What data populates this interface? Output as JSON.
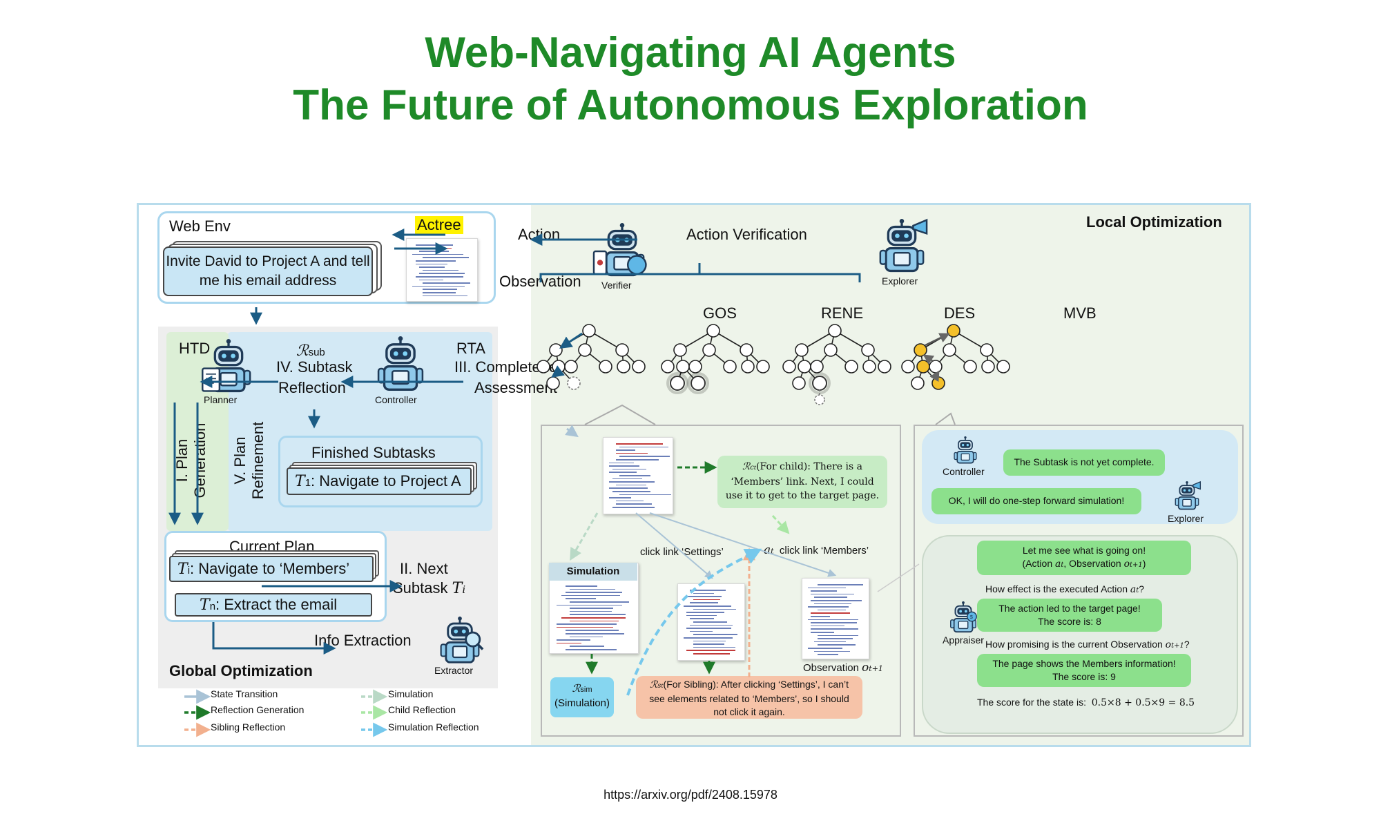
{
  "title": {
    "line1": "Web-Navigating AI Agents",
    "line2": "The Future of Autonomous Exploration"
  },
  "source_url": "https://arxiv.org/pdf/2408.15978",
  "colors": {
    "title": "#1e8a28",
    "frame": "#b8dcec",
    "global_bg": "#eeeeee",
    "rta_bg": "#d3e9f5",
    "htd_bg": "#dcefd6",
    "local_bg": "#eef4ea",
    "bubble_green": "#8ce08c",
    "bubble_orange": "#f6c3a8",
    "bubble_light_green": "#c7ecc5",
    "node_yellow": "#f4c02a",
    "arrow_dark_blue": "#1b5c85"
  },
  "top": {
    "web_env": "Web Env",
    "actree": "Actree",
    "task": "Invite David to Project A and tell me his email address",
    "action": "Action",
    "observation": "Observation",
    "verifier": "Verifier",
    "action_verification": "Action Verification",
    "explorer": "Explorer",
    "local_optimization": "Local Optimization"
  },
  "trees": [
    "GOS",
    "RENE",
    "DES",
    "MVB"
  ],
  "global": {
    "htd": "HTD",
    "rta": "RTA",
    "planner": "Planner",
    "controller": "Controller",
    "r_sub_symbol": "ℛ",
    "r_sub_sub": "sub",
    "subtask_reflection_1": "IV. Subtask",
    "subtask_reflection_2": "Reflection",
    "completeness_1": "III. Completeness",
    "completeness_2": "Assessment",
    "plan_generation_1": "I. Plan",
    "plan_generation_2": "Generation",
    "plan_refinement_1": "V. Plan",
    "plan_refinement_2": "Refinement",
    "finished_subtasks": "Finished Subtasks",
    "t1_symbol": "T",
    "t1_sub": "1",
    "t1_text": ": Navigate to Project A",
    "current_plan": "Current Plan",
    "ti_symbol": "T",
    "ti_sub": "i",
    "ti_text": ": Navigate to ‘Members’",
    "tn_symbol": "T",
    "tn_sub": "n",
    "tn_text": ": Extract the email",
    "next_subtask_1": "II. Next",
    "next_subtask_2": "Subtask",
    "next_subtask_sym": "T",
    "next_subtask_sub": "i",
    "info_extraction": "Info Extraction",
    "extractor": "Extractor",
    "global_optimization": "Global Optimization"
  },
  "legend": [
    {
      "label": "State Transition",
      "color": "#a9c3d6",
      "dash": "solid"
    },
    {
      "label": "Simulation",
      "color": "#b9d9c6",
      "dash": "dashed"
    },
    {
      "label": "Reflection Generation",
      "color": "#1f7a2a",
      "dash": "dashed"
    },
    {
      "label": "Child Reflection",
      "color": "#a9e6a4",
      "dash": "dashed"
    },
    {
      "label": "Sibling Reflection",
      "color": "#f2b08e",
      "dash": "dashed"
    },
    {
      "label": "Simulation Reflection",
      "color": "#76c8ec",
      "dash": "dashed"
    }
  ],
  "rene_panel": {
    "simulation": "Simulation",
    "child_reflection_sym": "ℛ",
    "child_reflection_sub": "c",
    "child_reflection_sub2": "t",
    "child_reflection": "(For child): There is a ‘Members’ link. Next, I could use it to get to the target page.",
    "click_settings": "click link ‘Settings’",
    "at_sym": "a",
    "at_sub": "t",
    "click_members": "click link ‘Members’",
    "r_sim_sym": "ℛ",
    "r_sim_sub": "sim",
    "r_sim_label": "(Simulation)",
    "sibling_reflection_sym": "ℛ",
    "sibling_reflection_sub": "s",
    "sibling_reflection_sub2": "t",
    "sibling_reflection": "(For Sibling): After clicking ‘Settings’, I can’t see elements related to ‘Members’, so I should not click it again.",
    "observation_label": "Observation",
    "observation_sym": "o",
    "observation_sub": "t+1"
  },
  "des_panel": {
    "controller": "Controller",
    "explorer": "Explorer",
    "msg_controller": "The Subtask is not yet complete.",
    "msg_explorer": "OK, I will do one-step forward simulation!",
    "appraiser": "Appraiser",
    "msg_see_1": "Let me see what is going on!",
    "msg_see_2a": "(Action",
    "msg_see_2b": "a",
    "msg_see_2c": "t",
    "msg_see_2d": ", Observation",
    "msg_see_2e": "o",
    "msg_see_2f": "t+1",
    "msg_see_2g": ")",
    "q_effect": "How effect is the executed Action",
    "q_effect_sym": "a",
    "q_effect_sub": "t",
    "q_effect_end": "?",
    "ans_effect_1": "The action led to the target page!",
    "ans_effect_2": "The score is: 8",
    "q_promise": "How promising is the current Observation",
    "q_promise_sym": "o",
    "q_promise_sub": "t+1",
    "q_promise_end": "?",
    "ans_promise_1": "The page shows the Members information!",
    "ans_promise_2": "The score is: 9",
    "score_text": "The score for the state is:",
    "score_formula": "0.5×8 + 0.5×9 = 8.5"
  }
}
